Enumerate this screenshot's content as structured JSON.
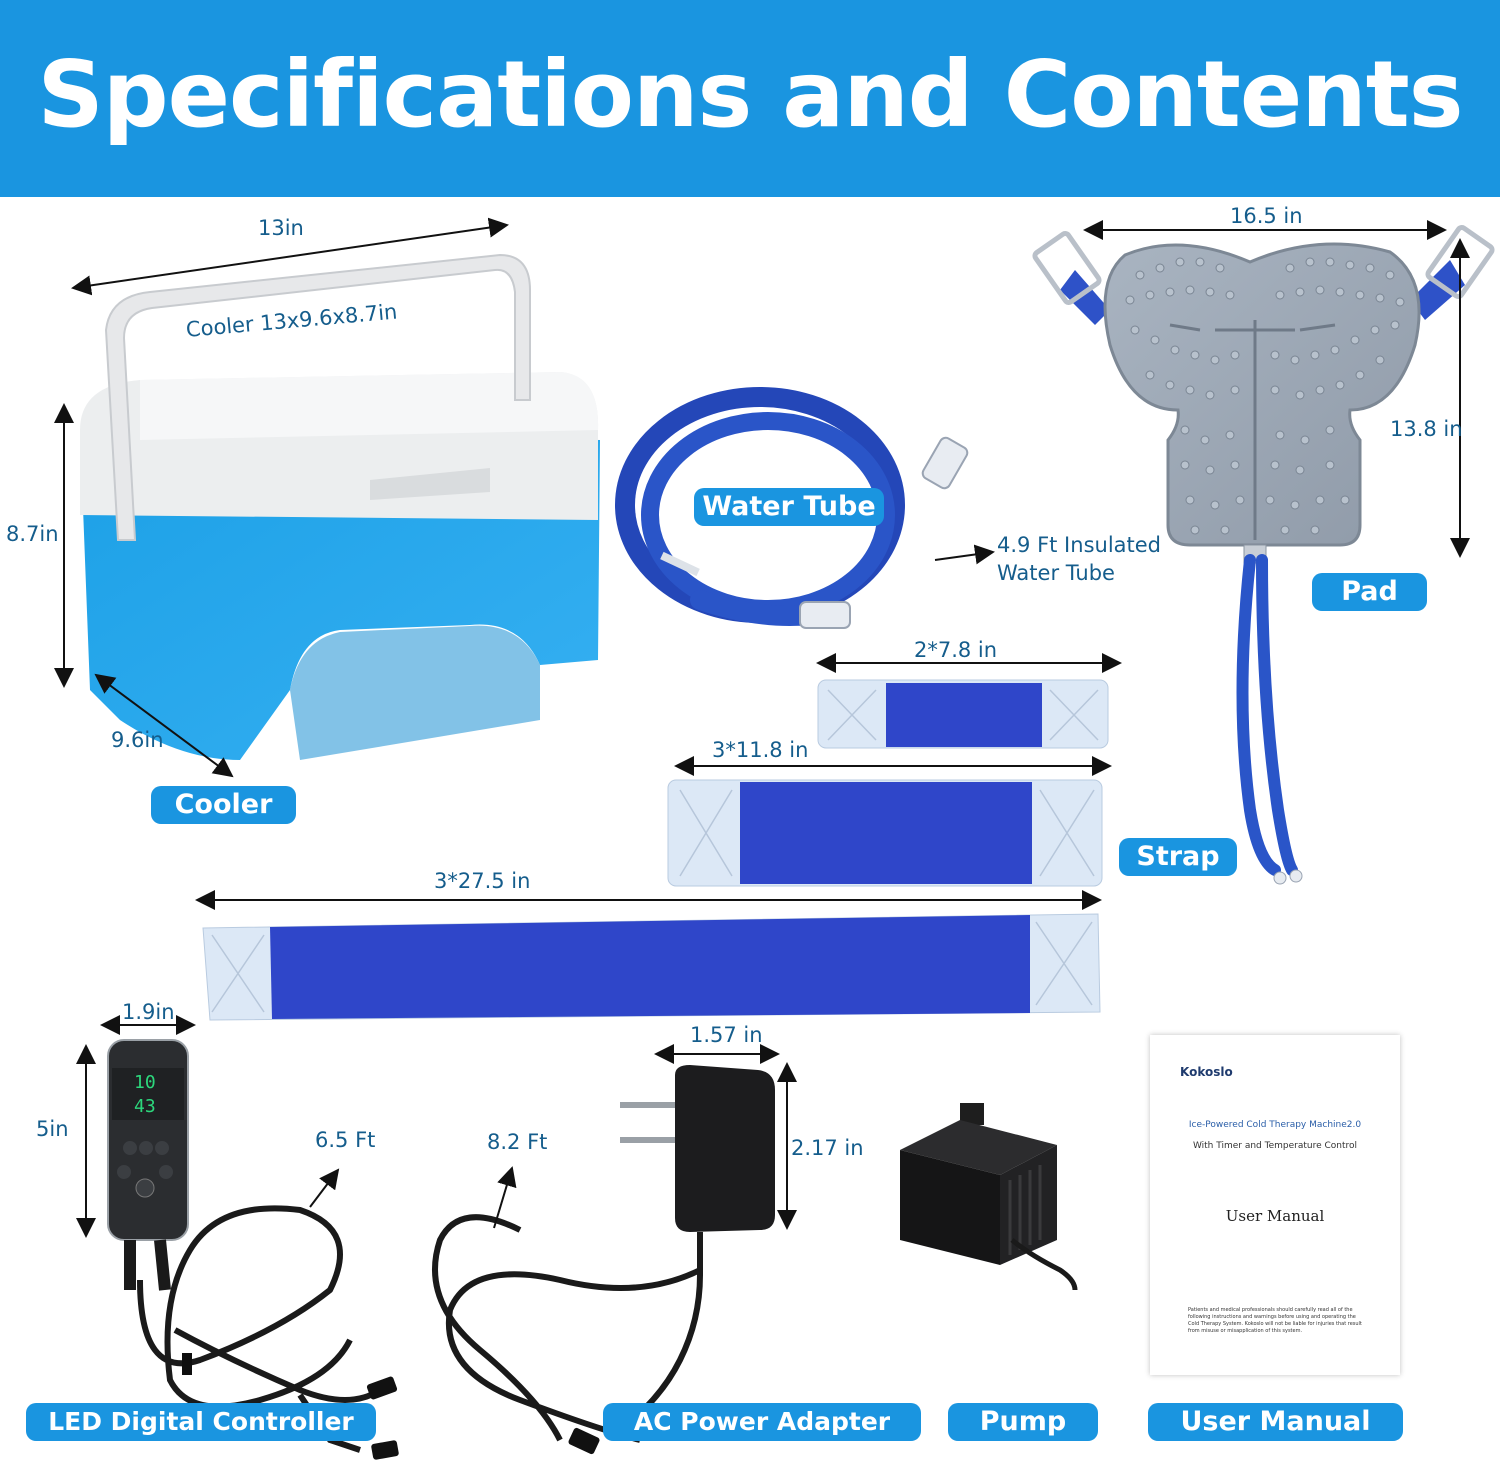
{
  "header": {
    "title": "Specifications and Contents"
  },
  "cooler": {
    "width": "13in",
    "height": "8.7in",
    "depth": "9.6in",
    "size_note": "Cooler 13x9.6x8.7in",
    "pill": "Cooler"
  },
  "tube": {
    "pill": "Water Tube",
    "note_line1": "4.9 Ft Insulated",
    "note_line2": "Water Tube"
  },
  "pad": {
    "width": "16.5 in",
    "height": "13.8 in",
    "pill": "Pad"
  },
  "straps": {
    "short": "2*7.8 in",
    "medium": "3*11.8 in",
    "long": "3*27.5 in",
    "pill": "Strap"
  },
  "controller": {
    "width": "1.9in",
    "height": "5in",
    "cable": "6.5 Ft",
    "pill": "LED Digital Controller",
    "display_top": "10",
    "display_bottom": "43"
  },
  "adapter": {
    "width": "1.57 in",
    "height": "2.17 in",
    "cable": "8.2 Ft",
    "pill": "AC Power Adapter"
  },
  "pump": {
    "pill": "Pump"
  },
  "manual": {
    "brand": "Kokoslo",
    "title": "Ice-Powered Cold Therapy Machine2.0",
    "subtitle": "With Timer and Temperature Control",
    "heading": "User Manual",
    "fine_print": "Patients and medical professionals should carefully read all of the following instructions and warnings before using and operating the Cold Therapy System. Kokoslo will not be liable for injuries that result from misuse or misapplication of this system.",
    "pill": "User Manual"
  },
  "colors": {
    "brand_blue": "#1a95e0",
    "label_blue": "#155d8c",
    "strap_blue": "#2f46c9"
  }
}
